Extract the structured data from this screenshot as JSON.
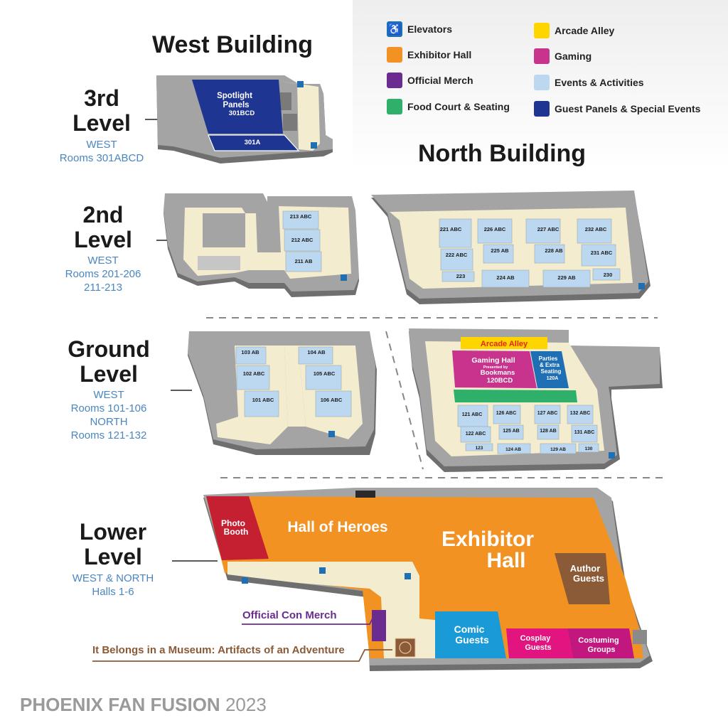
{
  "legend": {
    "items": [
      {
        "label": "Elevators",
        "icon": "elevator-icon",
        "color": "#1f6fb5"
      },
      {
        "label": "Exhibitor Hall",
        "color": "#f29223"
      },
      {
        "label": "Official Merch",
        "color": "#6a2d8f"
      },
      {
        "label": "Food Court & Seating",
        "color": "#2eaf6a"
      },
      {
        "label": "Arcade Alley",
        "color": "#ffd500"
      },
      {
        "label": "Gaming",
        "color": "#c7338d"
      },
      {
        "label": "Events & Activities",
        "color": "#bcd8f1"
      },
      {
        "label": "Guest Panels & Special Events",
        "color": "#1e3592"
      }
    ]
  },
  "buildings": {
    "west": "West Building",
    "north": "North Building"
  },
  "levels": {
    "third": {
      "title_line1": "3rd",
      "title_line2": "Level",
      "sub": [
        "WEST",
        "Rooms 301ABCD"
      ]
    },
    "second": {
      "title_line1": "2nd",
      "title_line2": "Level",
      "sub": [
        "WEST",
        "Rooms 201-206",
        "211-213"
      ]
    },
    "ground": {
      "title_line1": "Ground",
      "title_line2": "Level",
      "sub": [
        "WEST",
        "Rooms 101-106",
        "NORTH",
        "Rooms 121-132"
      ]
    },
    "lower": {
      "title_line1": "Lower",
      "title_line2": "Level",
      "sub": [
        "WEST & NORTH",
        "Halls 1-6"
      ]
    }
  },
  "map": {
    "third": {
      "spotlight": [
        "Spotlight",
        "Panels",
        "301BCD"
      ],
      "room_301a": "301A"
    },
    "second_west": {
      "rooms": [
        "213 ABC",
        "212 ABC",
        "211 AB"
      ]
    },
    "second_north": {
      "rooms": [
        "221 ABC",
        "222 ABC",
        "223",
        "226 ABC",
        "225 AB",
        "224 AB",
        "227 ABC",
        "228 AB",
        "229 AB",
        "232 ABC",
        "231 ABC",
        "230"
      ]
    },
    "ground_west": {
      "rooms": [
        "103 AB",
        "102 ABC",
        "101 ABC",
        "104 AB",
        "105 ABC",
        "106 ABC"
      ]
    },
    "ground_north": {
      "arcade": "Arcade Alley",
      "gaming": [
        "Gaming Hall",
        "Presented by",
        "Bookmans",
        "120BCD"
      ],
      "parties": [
        "Parties",
        "& Extra",
        "Seating",
        "120A"
      ],
      "rooms": [
        "121 ABC",
        "122 ABC",
        "123",
        "126 ABC",
        "125 AB",
        "124 AB",
        "127 ABC",
        "128 AB",
        "129 AB",
        "132 ABC",
        "131 ABC",
        "130"
      ]
    },
    "lower": {
      "photo_booth": [
        "Photo",
        "Booth"
      ],
      "hall_of_heroes": "Hall of Heroes",
      "exhibitor_hall": [
        "Exhibitor",
        "Hall"
      ],
      "author_guests": [
        "Author",
        "Guests"
      ],
      "comic_guests": [
        "Comic",
        "Guests"
      ],
      "cosplay_guests": [
        "Cosplay",
        "Guests"
      ],
      "costuming_groups": [
        "Costuming",
        "Groups"
      ]
    }
  },
  "callouts": {
    "merch": "Official Con Merch",
    "museum": "It Belongs in a Museum: Artifacts of an Adventure"
  },
  "footer": {
    "brand": "PHOENIX FAN FUSION",
    "year": "2023"
  }
}
